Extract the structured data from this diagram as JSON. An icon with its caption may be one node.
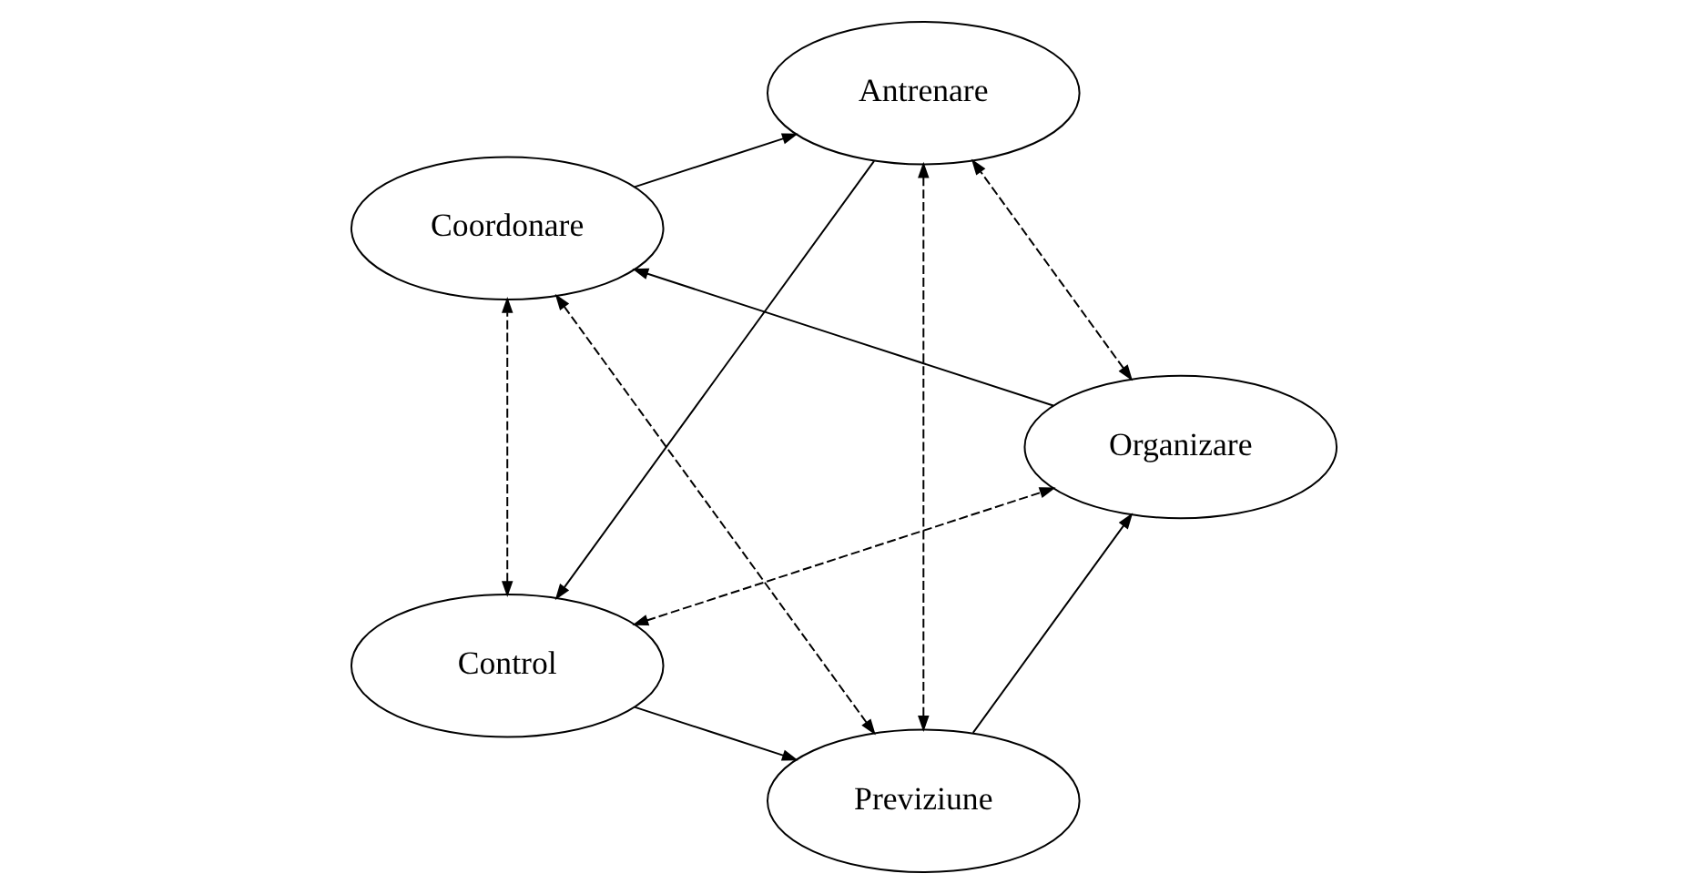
{
  "diagram": {
    "nodes": [
      {
        "text": [
          "Previziune"
        ]
      },
      {
        "text": [
          "Organizare"
        ]
      },
      {
        "text": [
          "Coordonare"
        ]
      },
      {
        "text": [
          "Antrenare"
        ]
      },
      {
        "text": [
          "Control"
        ]
      }
    ],
    "edges": [
      {
        "from": 0,
        "to": 1,
        "arrow": "to"
      },
      {
        "from": 1,
        "to": 2,
        "arrow": "to"
      },
      {
        "from": 2,
        "to": 3,
        "arrow": "to"
      },
      {
        "from": 3,
        "to": 4,
        "arrow": "to"
      },
      {
        "from": 4,
        "to": 0,
        "arrow": "to"
      },
      {
        "from": 4,
        "to": 1,
        "arrow": "both",
        "style": "dashed"
      },
      {
        "from": 0,
        "to": 3,
        "arrow": "both",
        "style": "dashed"
      },
      {
        "from": 0,
        "to": 2,
        "arrow": "both",
        "style": "dashed"
      },
      {
        "from": 1,
        "to": 3,
        "arrow": "both",
        "style": "dashed"
      },
      {
        "from": 4,
        "to": 2,
        "arrow": "both",
        "style": "dashed"
      }
    ]
  }
}
